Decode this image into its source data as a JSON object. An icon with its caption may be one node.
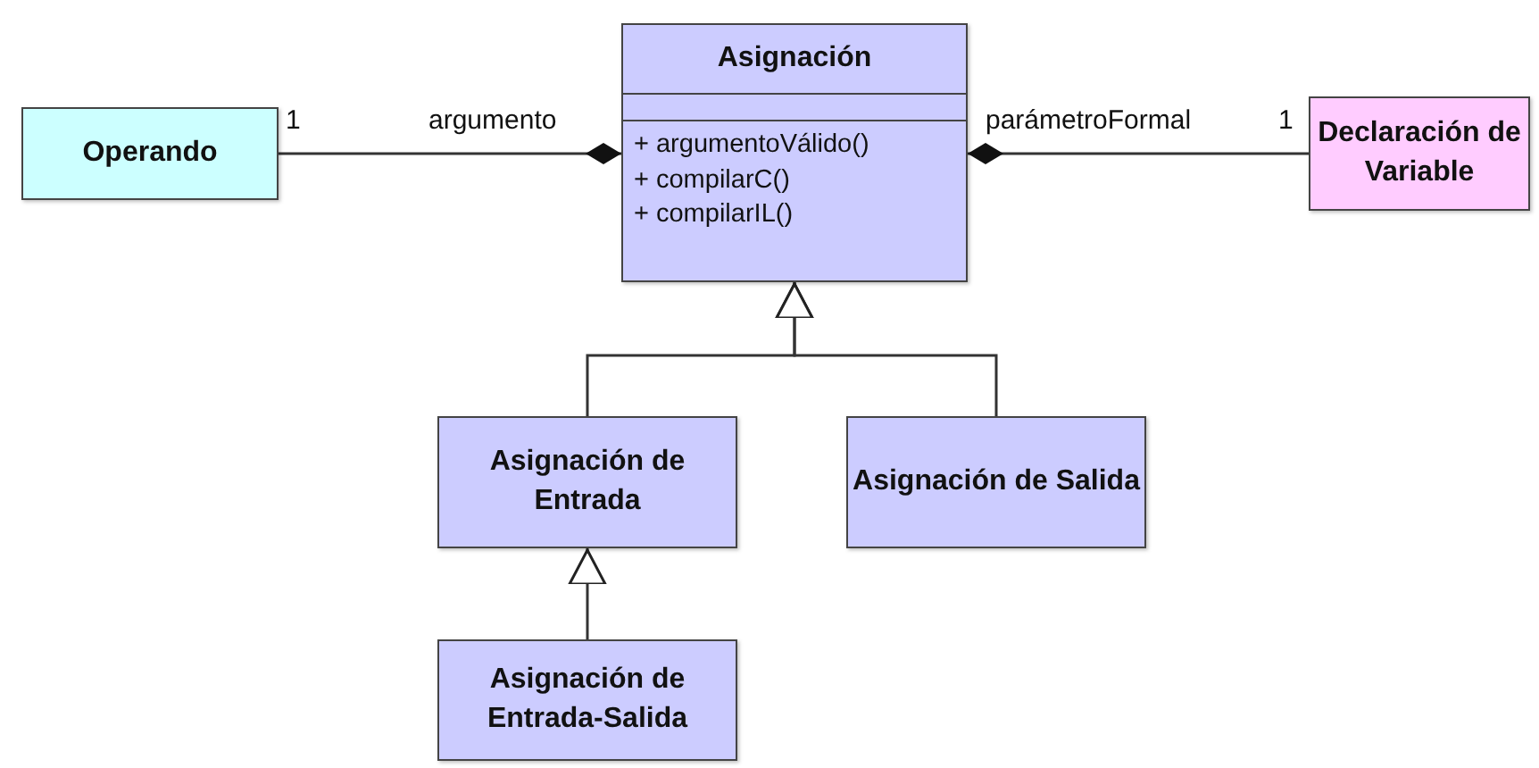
{
  "diagram": {
    "nodes": [
      {
        "text": [
          "Operando"
        ]
      },
      {
        "text": [
          "Asignación",
          "+ argumentoVálido()",
          "+ compilarC()",
          "+ compilarIL()"
        ]
      },
      {
        "text": [
          "Declaración de Variable"
        ]
      },
      {
        "text": [
          "Asignación de Entrada"
        ]
      },
      {
        "text": [
          "Asignación de Salida"
        ]
      },
      {
        "text": [
          "Asignación de Entrada-Salida"
        ]
      }
    ],
    "edges": [
      {
        "from": 0,
        "to": 1,
        "arrow": "other",
        "label": "argumento"
      },
      {
        "from": 2,
        "to": 1,
        "arrow": "other",
        "label": "parámetroFormal"
      },
      {
        "from": 3,
        "to": 1,
        "arrow": "to"
      },
      {
        "from": 4,
        "to": 1,
        "arrow": "to"
      },
      {
        "from": 5,
        "to": 3,
        "arrow": "to"
      }
    ],
    "labels": [
      "1",
      "1"
    ]
  }
}
